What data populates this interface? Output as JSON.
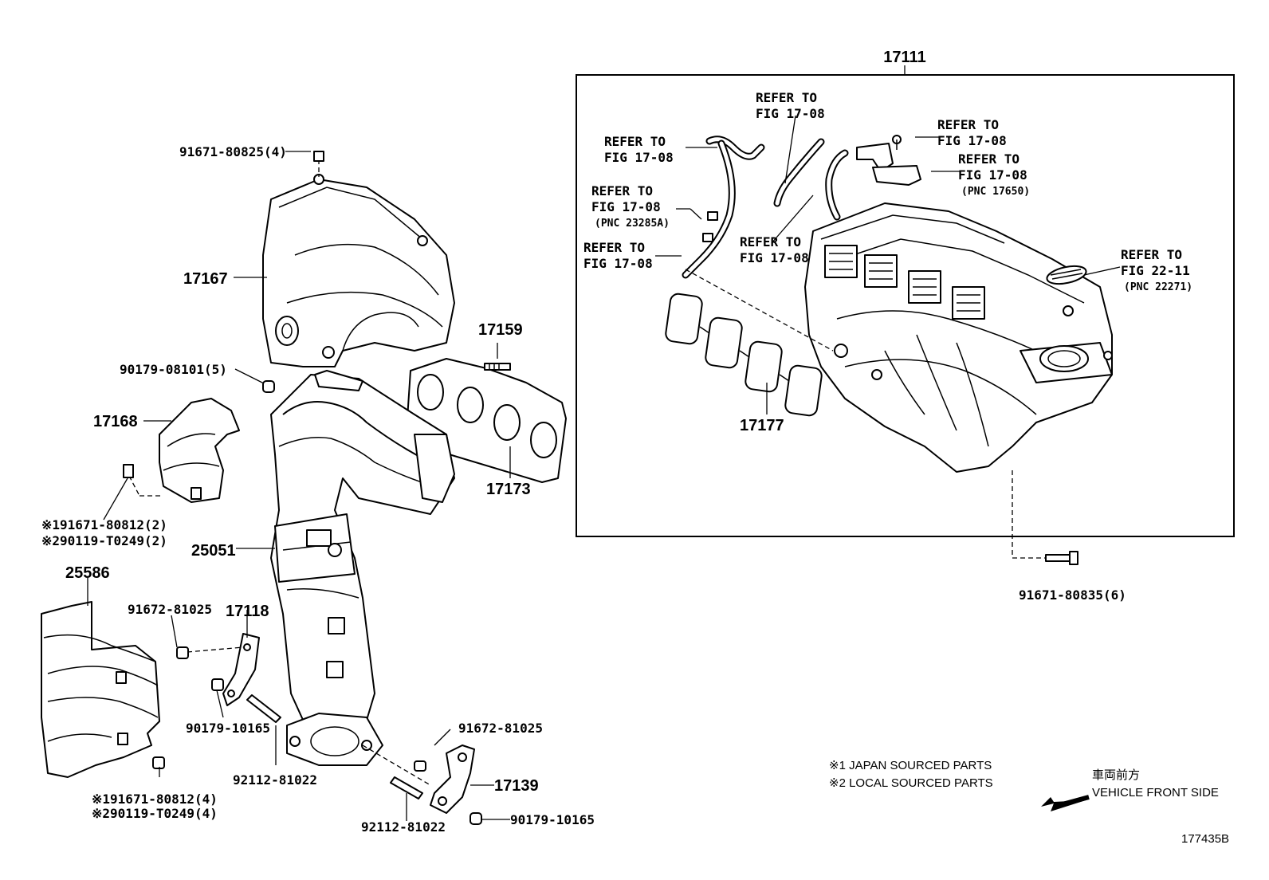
{
  "diagram": {
    "figure_id": "177435B",
    "assembly_label": "17111",
    "labels": {
      "l17167": "17167",
      "l17168": "17168",
      "l17159": "17159",
      "l17173": "17173",
      "l25051": "25051",
      "l25586": "25586",
      "l17118": "17118",
      "l17139": "17139",
      "l17177": "17177",
      "b_91671_80825": "91671-80825(4)",
      "b_90179_08101": "90179-08101(5)",
      "b_91671_80812a": "※191671-80812(2)",
      "b_90119_T0249a": "※290119-T0249(2)",
      "b_91672_81025a": "91672-81025",
      "b_90179_10165a": "90179-10165",
      "b_92112_81022a": "92112-81022",
      "b_91671_80812b": "※191671-80812(4)",
      "b_90119_T0249b": "※290119-T0249(4)",
      "b_91672_81025b": "91672-81025",
      "b_92112_81022b": "92112-81022",
      "b_90179_10165b": "90179-10165",
      "b_91671_80835": "91671-80835(6)"
    },
    "refs": {
      "r1a": "REFER TO",
      "r1b": "FIG 17-08",
      "r2a": "REFER TO",
      "r2b": "FIG 17-08",
      "r3a": "REFER TO",
      "r3b": "FIG 17-08",
      "r3c": "(PNC 23285A)",
      "r4a": "REFER TO",
      "r4b": "FIG 17-08",
      "r5a": "REFER TO",
      "r5b": "FIG 17-08",
      "r6a": "REFER TO",
      "r6b": "FIG 17-08",
      "r7a": "REFER TO",
      "r7b": "FIG 17-08",
      "r7c": "(PNC 17650)",
      "r8a": "REFER TO",
      "r8b": "FIG 22-11",
      "r8c": "(PNC 22271)"
    },
    "notes": {
      "n1": "※1 JAPAN SOURCED PARTS",
      "n2": "※2 LOCAL SOURCED PARTS",
      "dir_jp": "車両前方",
      "dir_en": "VEHICLE FRONT SIDE"
    }
  }
}
